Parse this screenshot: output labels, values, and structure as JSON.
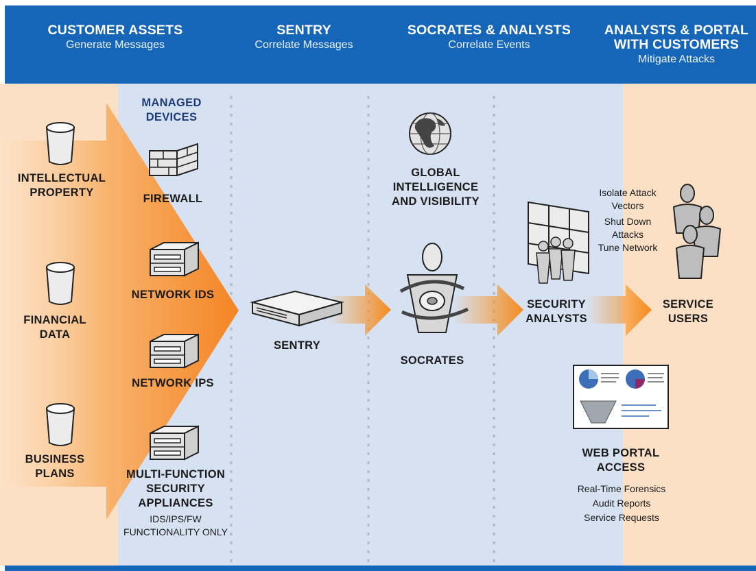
{
  "header": {
    "columns": [
      {
        "title": "CUSTOMER ASSETS",
        "subtitle": "Generate Messages"
      },
      {
        "title": "SENTRY",
        "subtitle": "Correlate Messages"
      },
      {
        "title": "SOCRATES & ANALYSTS",
        "subtitle": "Correlate Events"
      },
      {
        "title": "ANALYSTS & PORTAL\nWITH CUSTOMERS",
        "subtitle": "Mitigate Attacks"
      }
    ]
  },
  "assets": [
    "INTELLECTUAL\nPROPERTY",
    "FINANCIAL\nDATA",
    "BUSINESS\nPLANS"
  ],
  "managed_devices": {
    "heading": "MANAGED\nDEVICES",
    "items": [
      "FIREWALL",
      "NETWORK IDS",
      "NETWORK IPS",
      "MULTI-FUNCTION\nSECURITY\nAPPLIANCES"
    ],
    "note": "IDS/IPS/FW\nFUNCTIONALITY ONLY"
  },
  "sentry": {
    "label": "SENTRY"
  },
  "socrates": {
    "global_label": "GLOBAL\nINTELLIGENCE\nAND VISIBILITY",
    "label": "SOCRATES"
  },
  "analysts": {
    "label": "SECURITY\nANALYSTS",
    "actions": [
      "Isolate Attack\nVectors",
      "Shut Down\nAttacks",
      "Tune Network"
    ]
  },
  "users": {
    "label": "SERVICE\nUSERS"
  },
  "portal": {
    "label": "WEB PORTAL\nACCESS",
    "features": [
      "Real-Time Forensics",
      "Audit Reports",
      "Service Requests"
    ]
  },
  "colors": {
    "header_blue": "#1565b8",
    "peach": "#fbe0c6",
    "lavender": "#d6e2f2",
    "orange": "#f7941d",
    "navy": "#1d3a78"
  }
}
